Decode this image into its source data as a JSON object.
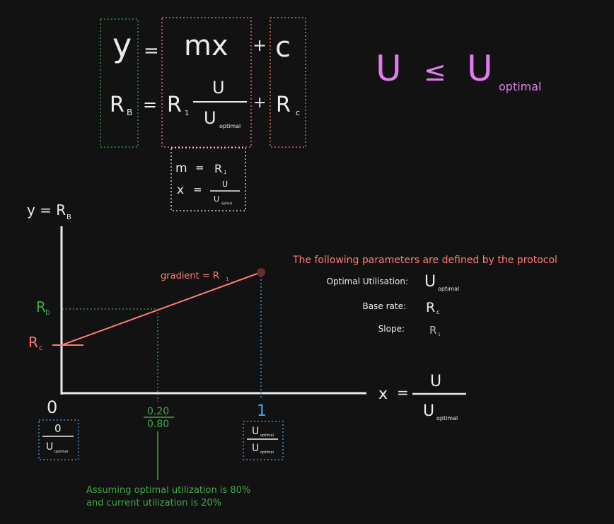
{
  "equation_top": {
    "y": "y",
    "eq": "=",
    "mx": "mx",
    "plus": "+",
    "c": "c"
  },
  "equation_bottom": {
    "rb_main": "R",
    "rb_sub": "B",
    "eq": "=",
    "r1_main": "R",
    "r1_sub": "1",
    "u_num": "U",
    "u_den": "U",
    "u_den_sub": "optimal",
    "plus": "+",
    "rc_main": "R",
    "rc_sub": "c"
  },
  "definitions": {
    "m": "m",
    "eq1": "=",
    "r1_main": "R",
    "r1_sub": "1",
    "x": "x",
    "eq2": "=",
    "u_num": "U",
    "u_den": "U",
    "u_den_sub": "optimal"
  },
  "constraint": {
    "u_left": "U",
    "leq": "≤",
    "u_right": "U",
    "sub": "optimal"
  },
  "graph": {
    "y_axis_label_prefix": "y = R",
    "y_axis_label_sub": "B",
    "rb_label_main": "R",
    "rb_label_sub": "b",
    "rc_label_main": "R",
    "rc_label_sub": "c",
    "gradient_prefix": "gradient = R",
    "gradient_sub": "1",
    "origin": "0",
    "x_tick_mid_num": "0.20",
    "x_tick_mid_den": "0.80",
    "x_tick_one": "1",
    "x_axis_label_x": "x",
    "x_axis_label_eq": "=",
    "x_axis_u_num": "U",
    "x_axis_u_den": "U",
    "x_axis_u_den_sub": "optimal",
    "box0_num": "0",
    "box0_den": "U",
    "box0_den_sub": "optimal",
    "box1_num": "U",
    "box1_num_sub": "optimal",
    "box1_den": "U",
    "box1_den_sub": "optimal",
    "note_line1": "Assuming optimal utilization is 80%",
    "note_line2": "and current utilization is 20%"
  },
  "parameters": {
    "heading": "The following parameters are defined by the protocol",
    "rows": [
      {
        "label": "Optimal Utilisation:",
        "symbol": "U",
        "sub": "optimal"
      },
      {
        "label": "Base rate:",
        "symbol": "R",
        "sub": "c"
      },
      {
        "label": "Slope:",
        "symbol": "R",
        "sub": "1"
      }
    ]
  },
  "colors": {
    "background": "#121212",
    "white": "#ececec",
    "green": "#41a84a",
    "salmon": "#ff7b73",
    "blue": "#4aa3ef",
    "pink": "#e27bef",
    "dot": "#6b2c2c"
  }
}
